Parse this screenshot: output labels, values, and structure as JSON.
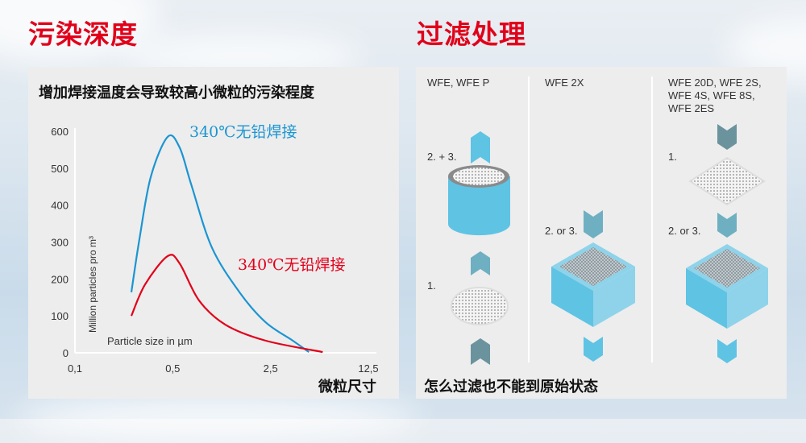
{
  "left_title": "污染深度",
  "right_title": "过滤处理",
  "chart_data": {
    "type": "line",
    "title": "增加焊接温度会导致较高小微粒的污染程度",
    "ylabel": "Million particles pro m³",
    "xlabel": "Particle size in µm",
    "x_axis_caption": "微粒尺寸",
    "xscale": "log",
    "xlim": [
      0.1,
      12.5
    ],
    "ylim": [
      0,
      600
    ],
    "xticks": [
      "0,1",
      "0,5",
      "2,5",
      "12,5"
    ],
    "xtick_values": [
      0.1,
      0.5,
      2.5,
      12.5
    ],
    "yticks": [
      "600",
      "500",
      "400",
      "300",
      "200",
      "100",
      "0"
    ],
    "ytick_values": [
      600,
      500,
      400,
      300,
      200,
      100,
      0
    ],
    "series": [
      {
        "name": "340℃无铅焊接",
        "color": "#1b95d2",
        "x": [
          0.253,
          0.289,
          0.348,
          0.46,
          0.56,
          0.68,
          0.95,
          1.5,
          2.3,
          3.6,
          4.7
        ],
        "y": [
          164,
          308,
          476,
          585,
          556,
          454,
          286,
          164,
          83,
          33,
          2
        ]
      },
      {
        "name": "340℃无铅焊接",
        "color": "#e1001a",
        "x": [
          0.253,
          0.317,
          0.46,
          0.56,
          0.77,
          1.19,
          2.3,
          5.9
        ],
        "y": [
          100,
          185,
          262,
          242,
          142,
          76,
          33,
          2
        ]
      }
    ]
  },
  "filters": {
    "columns": [
      {
        "header": "WFE, WFE P",
        "labels": [
          "2. + 3.",
          "1."
        ]
      },
      {
        "header": "WFE 2X",
        "labels": [
          "2. or 3."
        ]
      },
      {
        "header_lines": [
          "WFE 20D, WFE 2S,",
          "WFE 4S, WFE 8S,",
          "WFE 2ES"
        ],
        "labels": [
          "1.",
          "2. or 3."
        ]
      }
    ],
    "caption": "怎么过滤也不能到原始状态",
    "colors": {
      "light_blue": "#5fc3e4",
      "mid": "#6fafc2",
      "dark": "#6b939d"
    }
  }
}
